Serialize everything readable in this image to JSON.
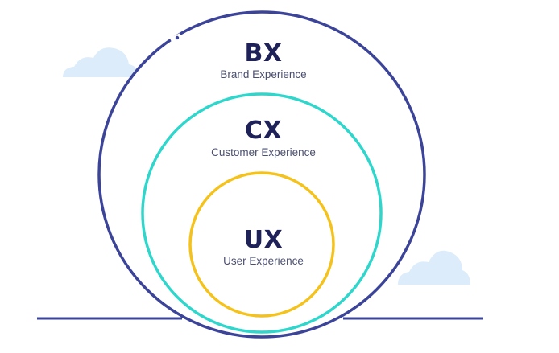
{
  "diagram": {
    "colors": {
      "outer_ring": "#3b4498",
      "middle_ring": "#2fd6cc",
      "inner_ring": "#f4c21b",
      "ground": "#3b4498",
      "cloud": "#dcecfa",
      "heading_text": "#1f2258",
      "sub_text": "#4a4f72"
    },
    "rings": [
      {
        "abbr": "BX",
        "name": "Brand Experience"
      },
      {
        "abbr": "CX",
        "name": "Customer Experience"
      },
      {
        "abbr": "UX",
        "name": "User Experience"
      }
    ]
  }
}
